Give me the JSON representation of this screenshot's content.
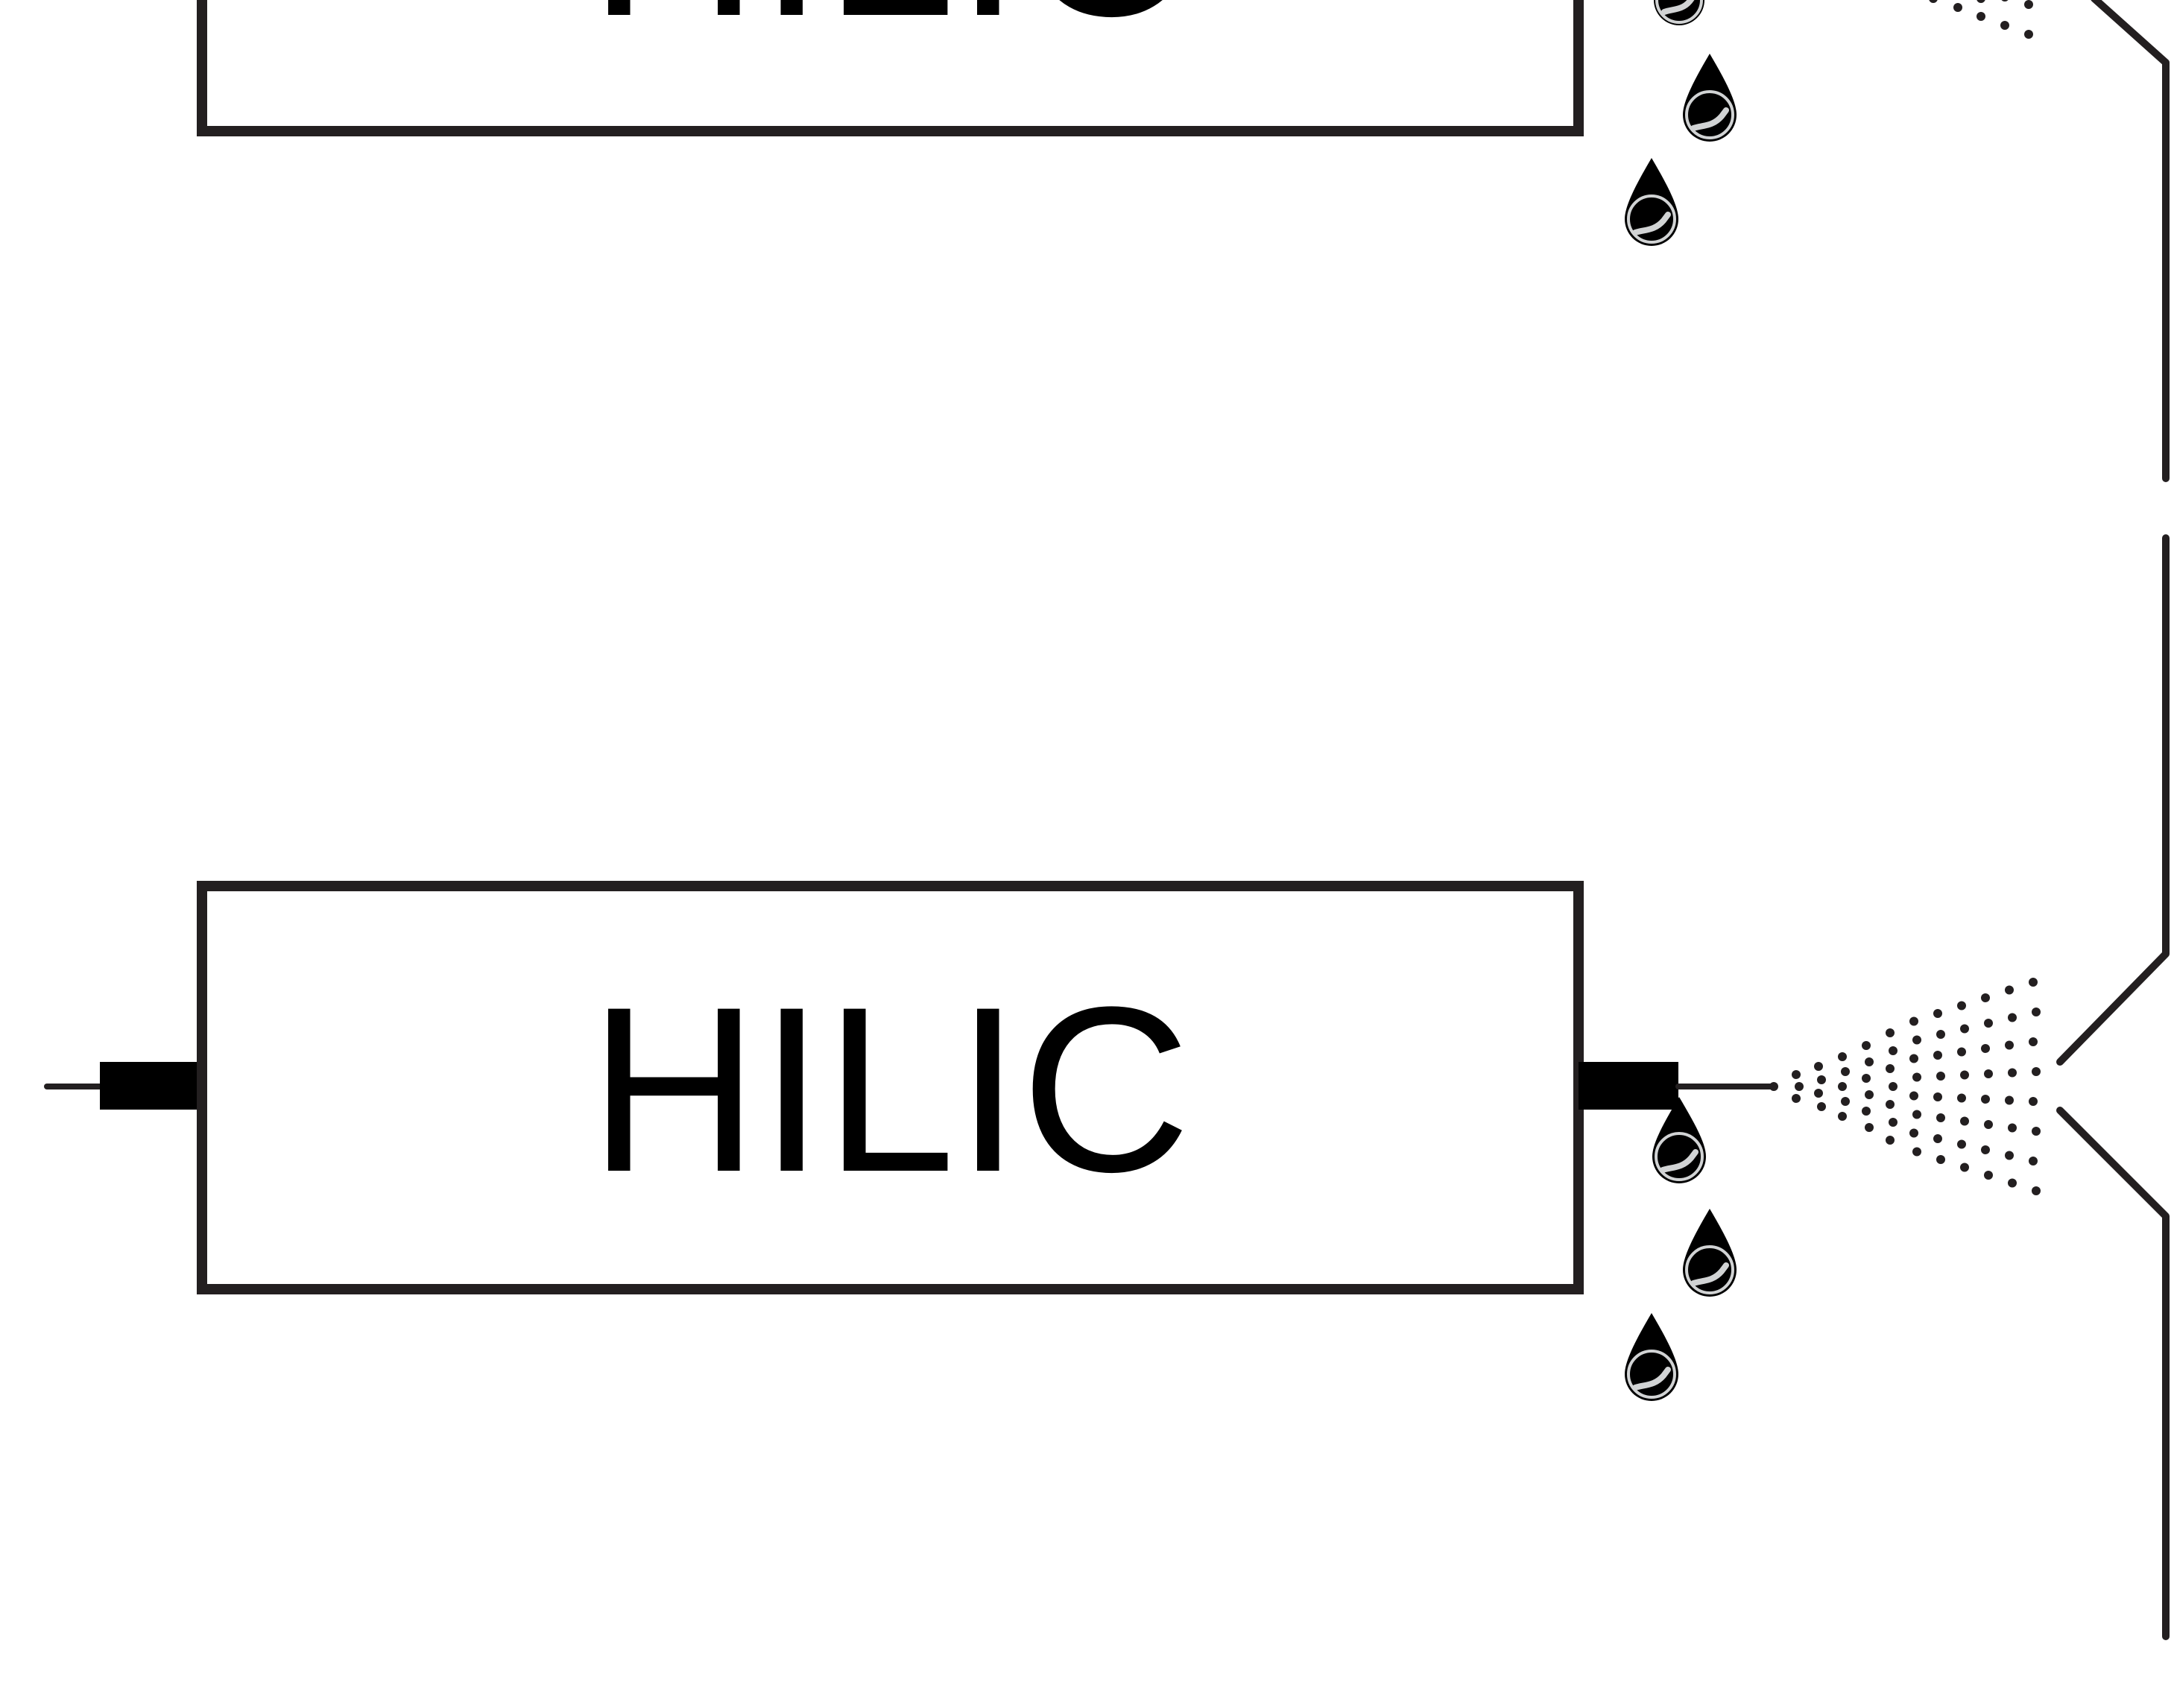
{
  "diagram": {
    "columns": [
      {
        "id": "column-top",
        "label": "HILIC"
      },
      {
        "id": "column-bottom",
        "label": "HILIC"
      }
    ],
    "colors": {
      "stroke": "#231f20",
      "fill": "#000000",
      "droplet_highlight": "#d1d3d4",
      "background": "#ffffff"
    }
  }
}
